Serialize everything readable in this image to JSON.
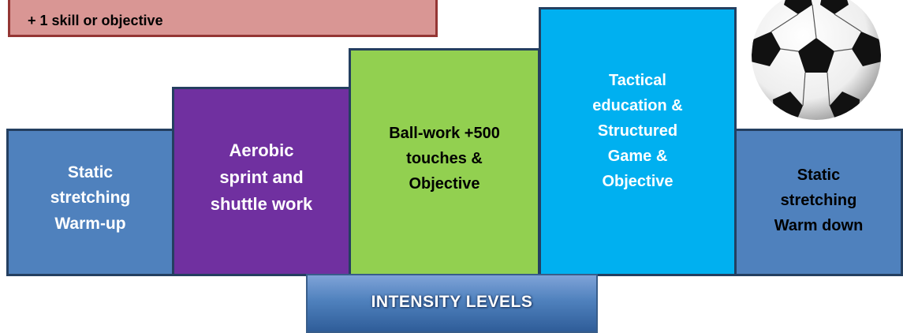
{
  "banner": {
    "text": "+ 1 skill or objective"
  },
  "blocks": [
    {
      "text": "Static\nstretching\nWarm-up",
      "color": "#4f81bd"
    },
    {
      "text": "Aerobic\nsprint and\nshuttle work",
      "color": "#7030a0"
    },
    {
      "text": "Ball-work +500\ntouches &\nObjective",
      "color": "#92d050"
    },
    {
      "text": "Tactical\neducation &\nStructured\nGame &\nObjective",
      "color": "#00b0f0"
    },
    {
      "text": "Static\nstretching\nWarm down",
      "color": "#4f81bd"
    }
  ],
  "footer": {
    "label": "INTENSITY LEVELS"
  },
  "image": {
    "icon": "soccer-ball-icon"
  }
}
